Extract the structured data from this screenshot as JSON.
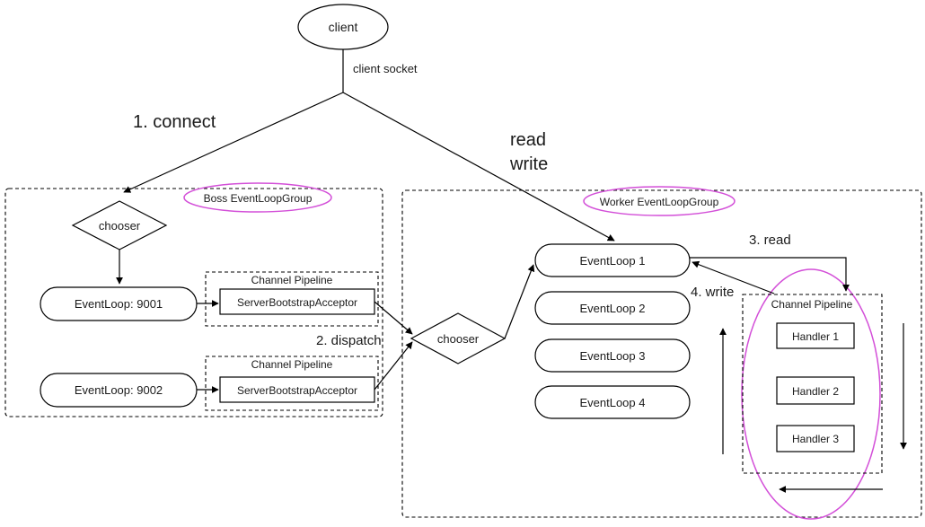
{
  "nodes": {
    "client": "client",
    "client_socket": "client socket",
    "boss_group": "Boss EventLoopGroup",
    "worker_group": "Worker EventLoopGroup",
    "boss_chooser": "chooser",
    "worker_chooser": "chooser",
    "boss_loops": [
      "EventLoop: 9001",
      "EventLoop: 9002"
    ],
    "channel_pipeline": "Channel Pipeline",
    "acceptor": "ServerBootstrapAcceptor",
    "worker_loops": [
      "EventLoop 1",
      "EventLoop 2",
      "EventLoop 3",
      "EventLoop 4"
    ],
    "handlers": [
      "Handler 1",
      "Handler 2",
      "Handler 3"
    ]
  },
  "labels": {
    "connect": "1. connect",
    "dispatch": "2. dispatch",
    "read_write_1": "read",
    "read_write_2": "write",
    "read": "3. read",
    "write": "4. write"
  },
  "colors": {
    "highlight": "#d34fd8",
    "line": "#000000"
  }
}
